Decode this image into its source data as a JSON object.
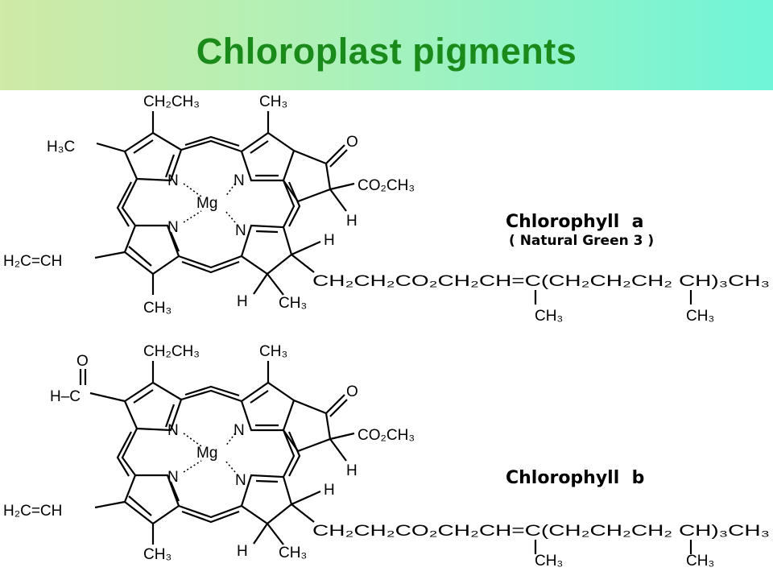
{
  "slide": {
    "title": "Chloroplast pigments"
  },
  "molecules": [
    {
      "name": "Chlorophyll  a",
      "alias": "( Natural Green 3 )",
      "labels": {
        "ethyl": "CH₂CH₃",
        "methyl_top": "CH₃",
        "left_sub": "H₃C",
        "vinyl": "H₂C=CH",
        "ketone_o": "O",
        "ester": "CO₂CH₃",
        "h_ring": "H",
        "n1": "N",
        "n2": "N",
        "n3": "N",
        "n4": "N",
        "mg": "Mg",
        "h_right": "H",
        "h_bottom": "H",
        "methyl_ring": "CH₃",
        "methyl_bottom": "CH₃",
        "phytyl": "CH₂CH₂CO₂CH₂CH=C(CH₂CH₂CH₂ CH)₃CH₃",
        "branch1": "CH₃",
        "branch2": "CH₃"
      }
    },
    {
      "name": "Chlorophyll  b",
      "alias": "",
      "labels": {
        "ethyl": "CH₂CH₃",
        "methyl_top": "CH₃",
        "formyl_o": "O",
        "formyl_h": "H–C",
        "vinyl": "H₂C=CH",
        "ketone_o": "O",
        "ester": "CO₂CH₃",
        "h_ring": "H",
        "n1": "N",
        "n2": "N",
        "n3": "N",
        "n4": "N",
        "mg": "Mg",
        "h_right": "H",
        "h_bottom": "H",
        "methyl_ring": "CH₃",
        "methyl_bottom": "CH₃",
        "phytyl": "CH₂CH₂CO₂CH₂CH=C(CH₂CH₂CH₂ CH)₃CH₃",
        "branch1": "CH₃",
        "branch2": "CH₃"
      }
    }
  ]
}
